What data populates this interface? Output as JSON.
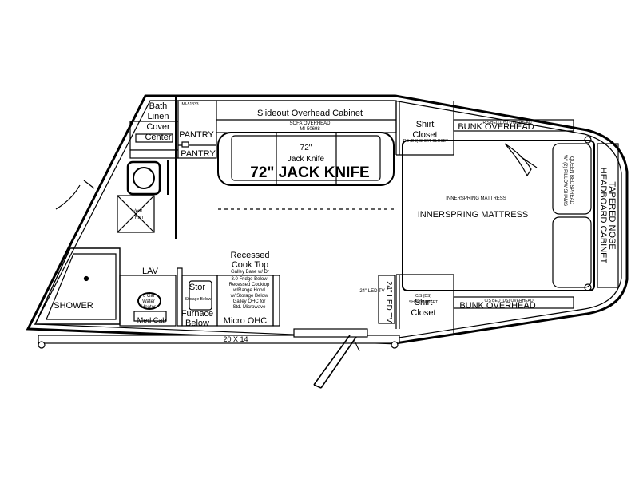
{
  "plan": {
    "bath_linen": [
      "Bath",
      "Linen"
    ],
    "cover_center": [
      "Cover",
      "Center"
    ],
    "model_code_small": "MI-51333",
    "pantry_top": "PANTRY",
    "pantry_bottom": "PANTRY",
    "vent_fan": [
      "Vent",
      "Fan"
    ],
    "slideout_cabinet": "Slideout Overhead Cabinet",
    "sofa_overhead": [
      "SOFA OVERHEAD",
      "MI-50698"
    ],
    "jack_knife_small": [
      "72\"",
      "Jack Knife"
    ],
    "jack_knife_big": "72\" JACK KNIFE",
    "shirt_closet_top": [
      "Shirt",
      "Closet"
    ],
    "shirt_closet_top_small": "RS (DS) SHIRT CLOSET",
    "bunk_top_small": "R/S BED (DS) OVERHEAD",
    "bunk_top": "BUNK OVERHEAD",
    "queen_bed": [
      "QUEEN BEDSPREAD",
      "W/ (2) PILLOW SHAMS"
    ],
    "tapered_nose": [
      "TAPERED NOSE",
      "HEADBOARD CABINET"
    ],
    "mattress_small": "INNERSPRING MATTRESS",
    "mattress": "INNERSPRING MATTRESS",
    "shower": "SHOWER",
    "lav": "LAV",
    "lav_small": [
      "6 Gal",
      "Water",
      "Heater"
    ],
    "med_cab": "Med Cab",
    "stor_furnace": [
      "Stor",
      "Furnace",
      "Below"
    ],
    "stor_small": "Storage Below",
    "cooktop": [
      "Recessed",
      "Cook Top"
    ],
    "galley_base": "Galley Base w/ Dr",
    "galley_notes": [
      "3.0 Fridge Below",
      "Recessed Cooktop",
      "w/Range Hood",
      "w/ Storage Below",
      "Galley OHC for",
      "Std. Microwave"
    ],
    "micro_ohc": "Micro OHC",
    "led_tv": [
      "24\" LED TV"
    ],
    "led_tv_vertical": "24\" LED TV",
    "shirt_closet_bottom": [
      "Shirt",
      "Closet"
    ],
    "shirt_closet_bottom_small": [
      "C/S (DS)",
      "SHIRT CLOSET"
    ],
    "bunk_bottom_small": "C/S BED (DS) OVERHEAD",
    "bunk_bottom": "BUNK OVERHEAD",
    "awning_size": "20 X 14"
  }
}
